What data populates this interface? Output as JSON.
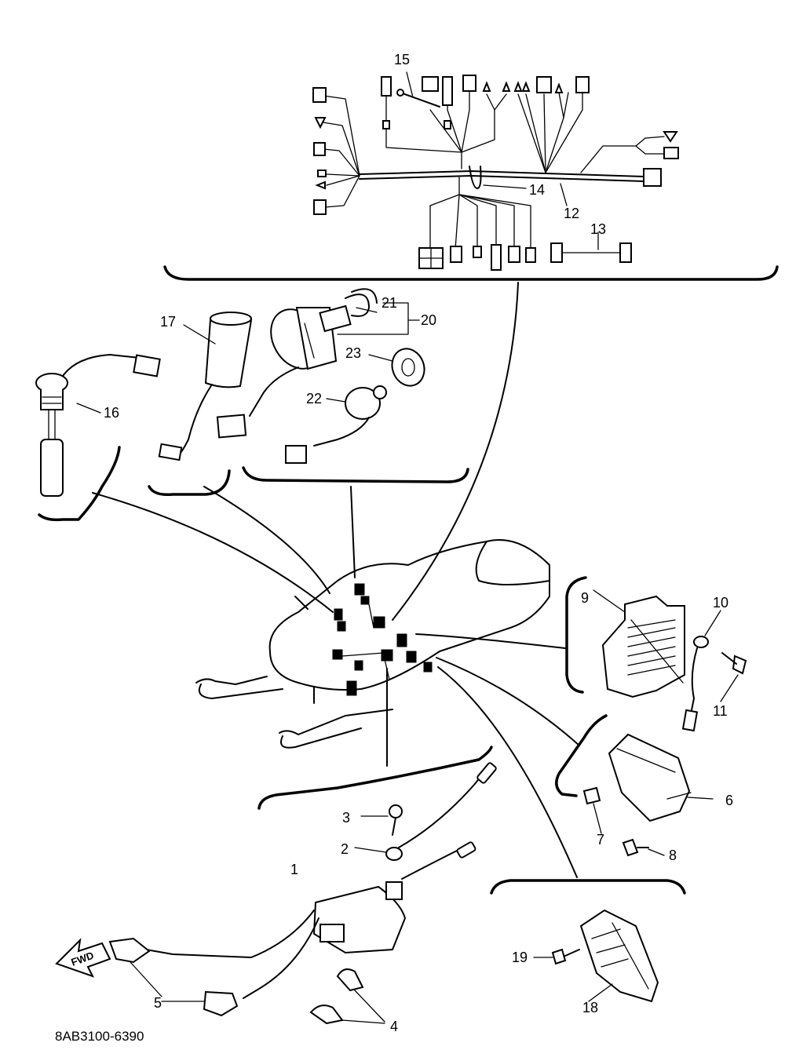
{
  "diagram_code": "8AB3100-6390",
  "fwd_label": "FWD",
  "callouts": {
    "c1": "1",
    "c2": "2",
    "c3": "3",
    "c4": "4",
    "c5": "5",
    "c6": "6",
    "c7": "7",
    "c8": "8",
    "c9": "9",
    "c10": "10",
    "c11": "11",
    "c12": "12",
    "c13": "13",
    "c14": "14",
    "c15": "15",
    "c16": "16",
    "c17": "17",
    "c18": "18",
    "c19": "19",
    "c20": "20",
    "c21": "21",
    "c22": "22",
    "c23": "23"
  }
}
